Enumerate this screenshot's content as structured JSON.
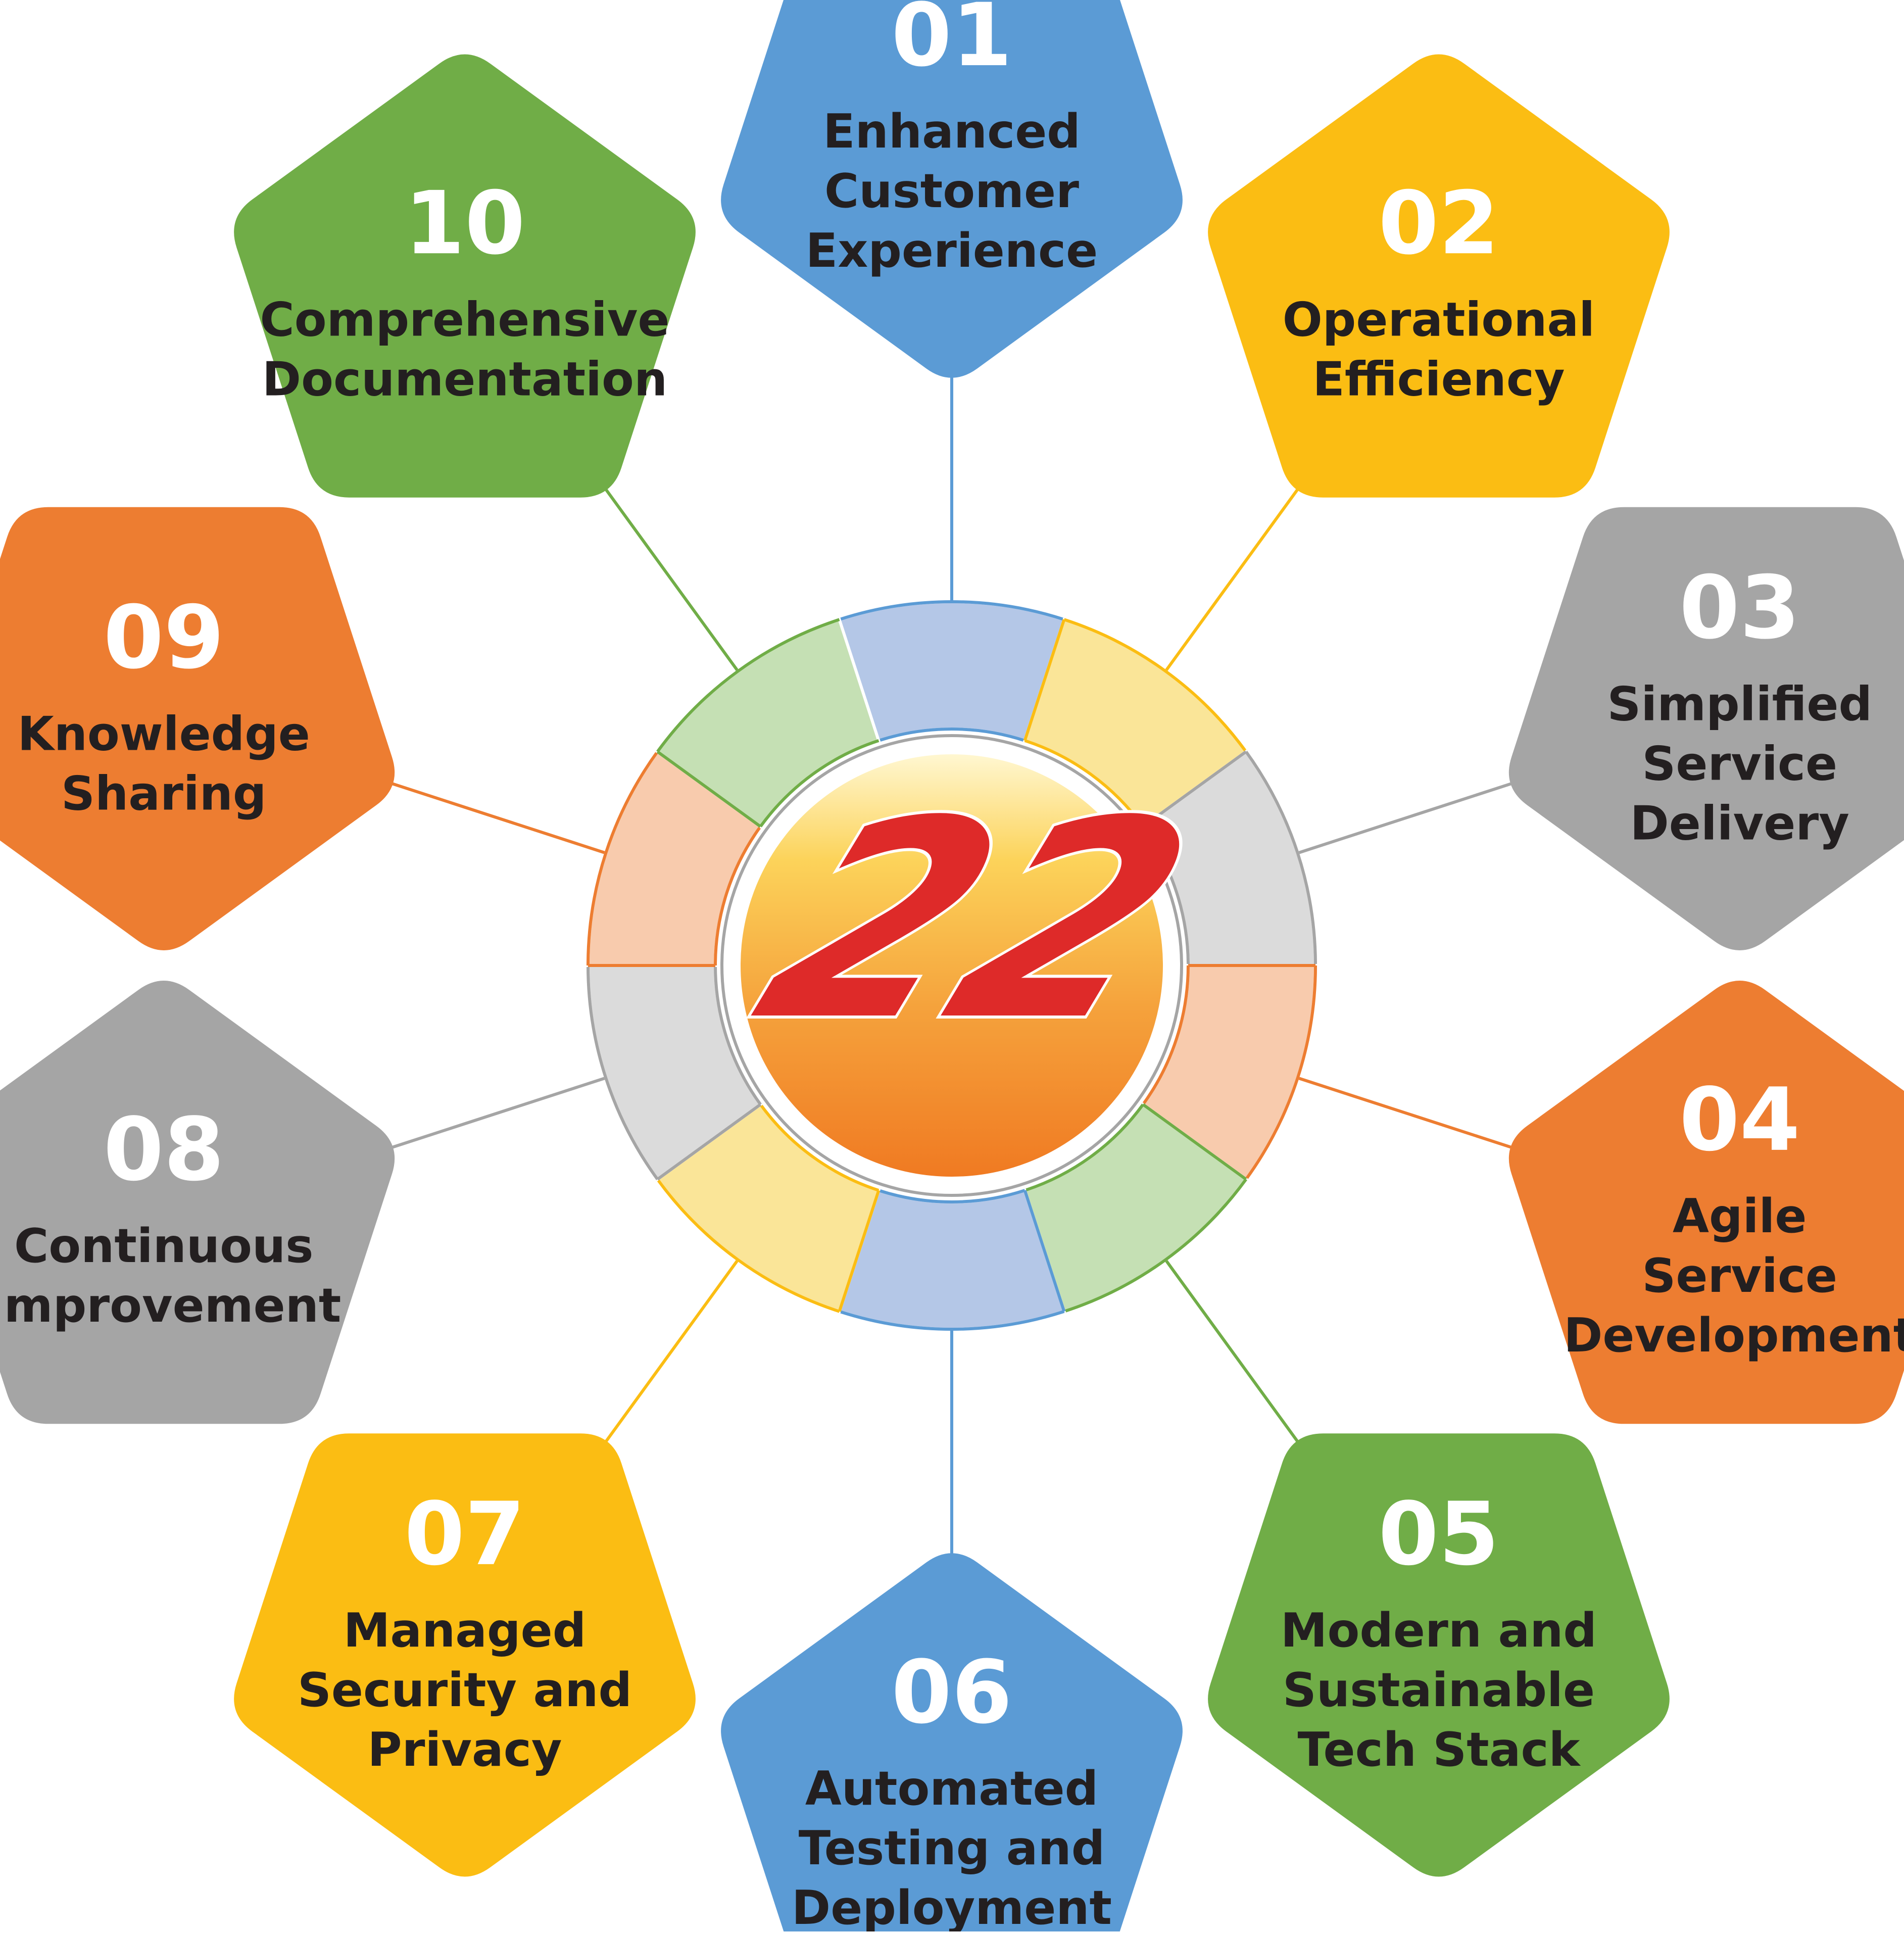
{
  "logo": {
    "text": "22",
    "inner_color": "#de2a29"
  },
  "items": [
    {
      "number": "01",
      "lines": [
        "Enhanced",
        "Customer",
        "Experience"
      ],
      "color": "#5b9bd5",
      "light": "#b4c7e7"
    },
    {
      "number": "02",
      "lines": [
        "Operational",
        "Efficiency"
      ],
      "color": "#fbbd13",
      "light": "#fae598"
    },
    {
      "number": "03",
      "lines": [
        "Simplified",
        "Service",
        "Delivery"
      ],
      "color": "#a5a5a5",
      "light": "#dbdbdb"
    },
    {
      "number": "04",
      "lines": [
        "Agile",
        "Service",
        "Development"
      ],
      "color": "#ed7d31",
      "light": "#f8cbad"
    },
    {
      "number": "05",
      "lines": [
        "Modern and",
        "Sustainable",
        "Tech Stack"
      ],
      "color": "#70ad47",
      "light": "#c5e0b4"
    },
    {
      "number": "06",
      "lines": [
        "Automated",
        "Testing and",
        "Deployment"
      ],
      "color": "#5b9bd5",
      "light": "#b4c7e7"
    },
    {
      "number": "07",
      "lines": [
        "Managed",
        "Security and",
        "Privacy"
      ],
      "color": "#fbbd13",
      "light": "#fae598"
    },
    {
      "number": "08",
      "lines": [
        "Continuous",
        "Improvement"
      ],
      "color": "#a5a5a5",
      "light": "#dbdbdb"
    },
    {
      "number": "09",
      "lines": [
        "Knowledge",
        "Sharing"
      ],
      "color": "#ed7d31",
      "light": "#f8cbad"
    },
    {
      "number": "10",
      "lines": [
        "Comprehensive",
        "Documentation"
      ],
      "color": "#70ad47",
      "light": "#c5e0b4"
    }
  ]
}
